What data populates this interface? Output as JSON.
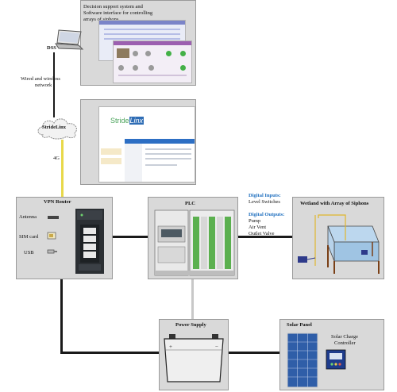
{
  "dss": {
    "label": "DSS",
    "caption_line1": "Decision support system  and",
    "caption_line2": "Software interface for controlling",
    "caption_line3": "arrays of siphons"
  },
  "network": {
    "link_line1": "Wired and wireless",
    "link_line2": "network",
    "cloud_label": "StrideLinx",
    "cellular_label": "4G",
    "stridelinx_logo_left": "Stride",
    "stridelinx_logo_right": "Linx"
  },
  "router": {
    "title": "VPN Router",
    "antenna_label": "Antenna",
    "simcard_label": "SIM card",
    "usb_label": "USB"
  },
  "plc": {
    "title": "PLC",
    "digital_inputs_title": "Digital Inputs:",
    "digital_inputs_1": "Level Switches",
    "digital_outputs_title": "Digital Outputs:",
    "digital_outputs_1": "Pump",
    "digital_outputs_2": "Air Vent",
    "digital_outputs_3": "Outlet Valve"
  },
  "wetland": {
    "title": "Wetland with Array of Siphons"
  },
  "power_supply": {
    "title": "Power Supply"
  },
  "solar": {
    "title": "Solar Panel",
    "controller_line1": "Solar Charge",
    "controller_line2": "Controller"
  },
  "colors": {
    "box_fill": "#d9d9d9",
    "connector": "#1a1a1a",
    "label_blue": "#1f6fbf",
    "cellular_link": "#e8d84a"
  }
}
